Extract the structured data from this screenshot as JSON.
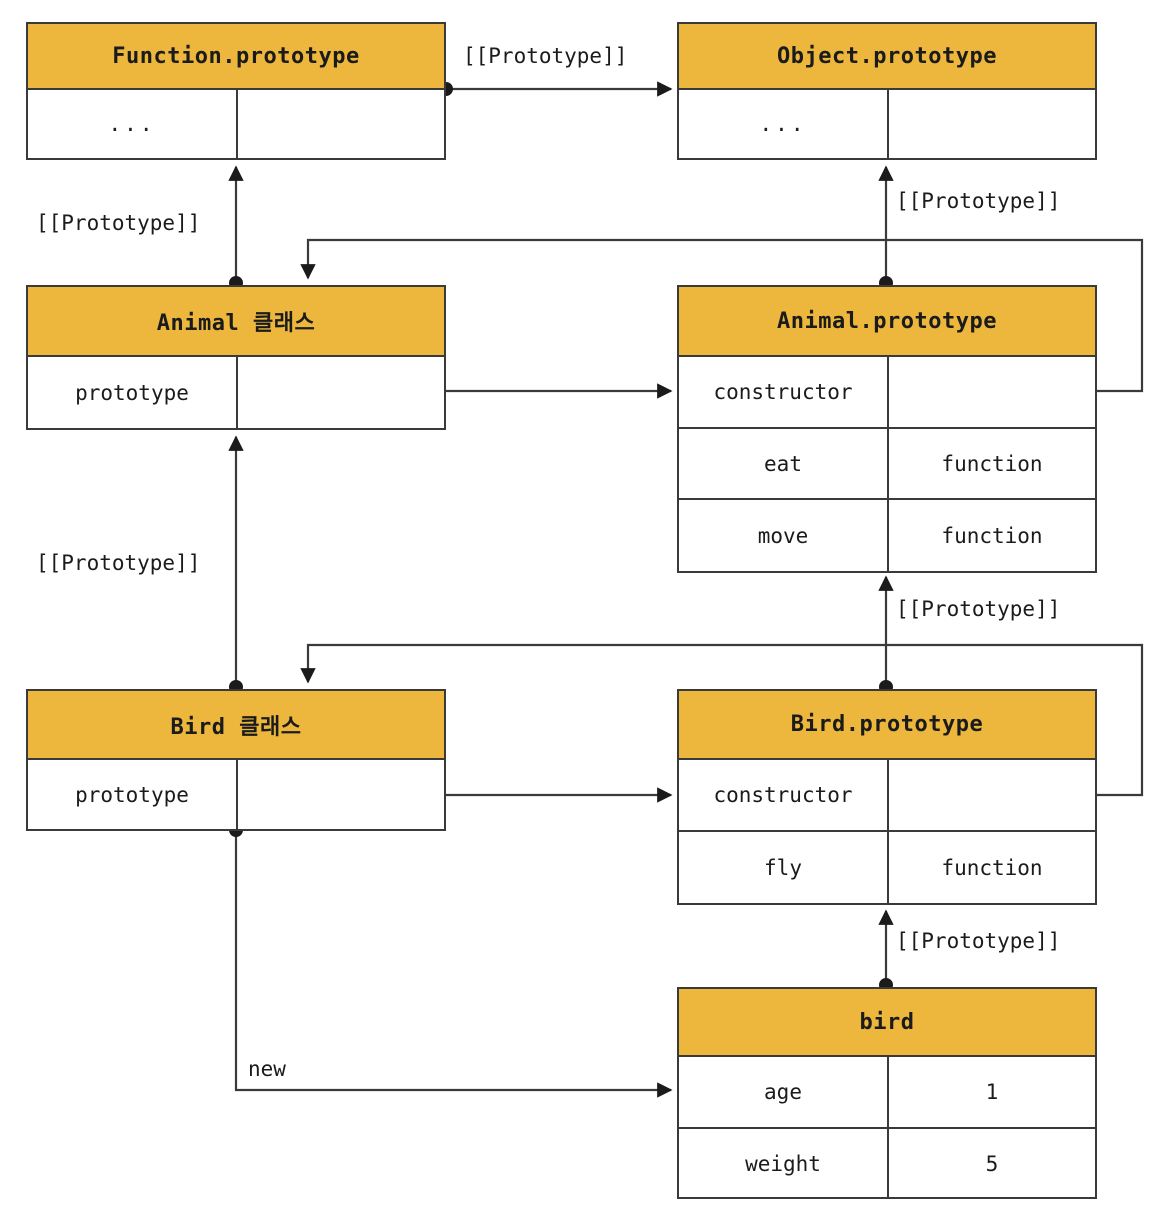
{
  "diagram": {
    "title": "JavaScript prototype chain diagram",
    "accent_color": "#ecb73c",
    "line_color": "#3a3a3a",
    "nodes": [
      {
        "id": "function-prototype",
        "header": "Function.prototype",
        "rows": [
          {
            "key": "...",
            "value": ""
          }
        ]
      },
      {
        "id": "object-prototype",
        "header": "Object.prototype",
        "rows": [
          {
            "key": "...",
            "value": ""
          }
        ]
      },
      {
        "id": "animal-class",
        "header": "Animal 클래스",
        "rows": [
          {
            "key": "prototype",
            "value": ""
          }
        ]
      },
      {
        "id": "animal-prototype",
        "header": "Animal.prototype",
        "rows": [
          {
            "key": "constructor",
            "value": ""
          },
          {
            "key": "eat",
            "value": "function"
          },
          {
            "key": "move",
            "value": "function"
          }
        ]
      },
      {
        "id": "bird-class",
        "header": "Bird 클래스",
        "rows": [
          {
            "key": "prototype",
            "value": ""
          }
        ]
      },
      {
        "id": "bird-prototype",
        "header": "Bird.prototype",
        "rows": [
          {
            "key": "constructor",
            "value": ""
          },
          {
            "key": "fly",
            "value": "function"
          }
        ]
      },
      {
        "id": "bird-instance",
        "header": "bird",
        "rows": [
          {
            "key": "age",
            "value": "1"
          },
          {
            "key": "weight",
            "value": "5"
          }
        ]
      }
    ],
    "edge_labels": {
      "function_to_object": "[[Prototype]]",
      "animal_class_to_function_prototype": "[[Prototype]]",
      "animal_prototype_to_object_prototype": "[[Prototype]]",
      "bird_class_to_animal_class": "[[Prototype]]",
      "bird_prototype_to_animal_prototype": "[[Prototype]]",
      "bird_instance_to_bird_prototype": "[[Prototype]]",
      "new_instance": "new"
    }
  }
}
